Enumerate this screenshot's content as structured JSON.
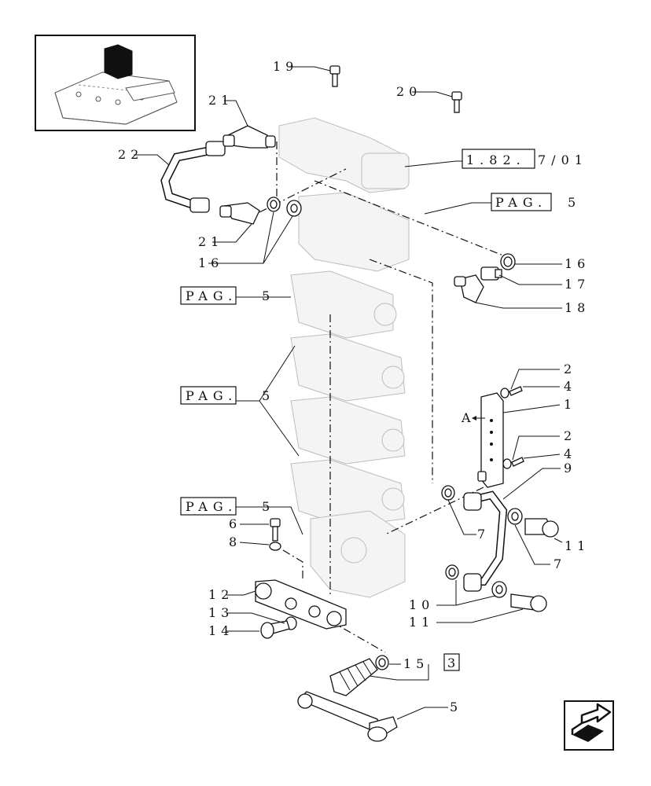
{
  "callouts": {
    "c19": "19",
    "c20": "20",
    "c21a": "21",
    "c21b": "21",
    "c22": "22",
    "c16a": "16",
    "c16b": "16",
    "c17": "17",
    "c18": "18",
    "c2a": "2",
    "c4a": "4",
    "c1": "1",
    "c2b": "2",
    "c4b": "4",
    "c9": "9",
    "cA": "A",
    "c7a": "7",
    "c11a": "11",
    "c7b": "7",
    "c10": "10",
    "c11b": "11",
    "c12": "12",
    "c13": "13",
    "c14": "14",
    "c15": "15",
    "c15box": "3",
    "c6": "6",
    "c8": "8",
    "c5": "5"
  },
  "references": {
    "ref_182": "1.82.",
    "ref_182_suffix": "7/01",
    "pag_label": "PAG.",
    "pag_num_top": "5",
    "pag1": "PAG.",
    "pag1_num": "5",
    "pag2": "PAG.",
    "pag2_num": "5",
    "pag3": "PAG.",
    "pag3_num": "5"
  },
  "colors": {
    "line": "#111111",
    "ghost": "#bdbdbd",
    "thumb_fill": "#111111"
  },
  "icons": {
    "thumbnail": "tractor-lift-assembly-thumbnail",
    "nav": "next-page-arrow-icon"
  }
}
